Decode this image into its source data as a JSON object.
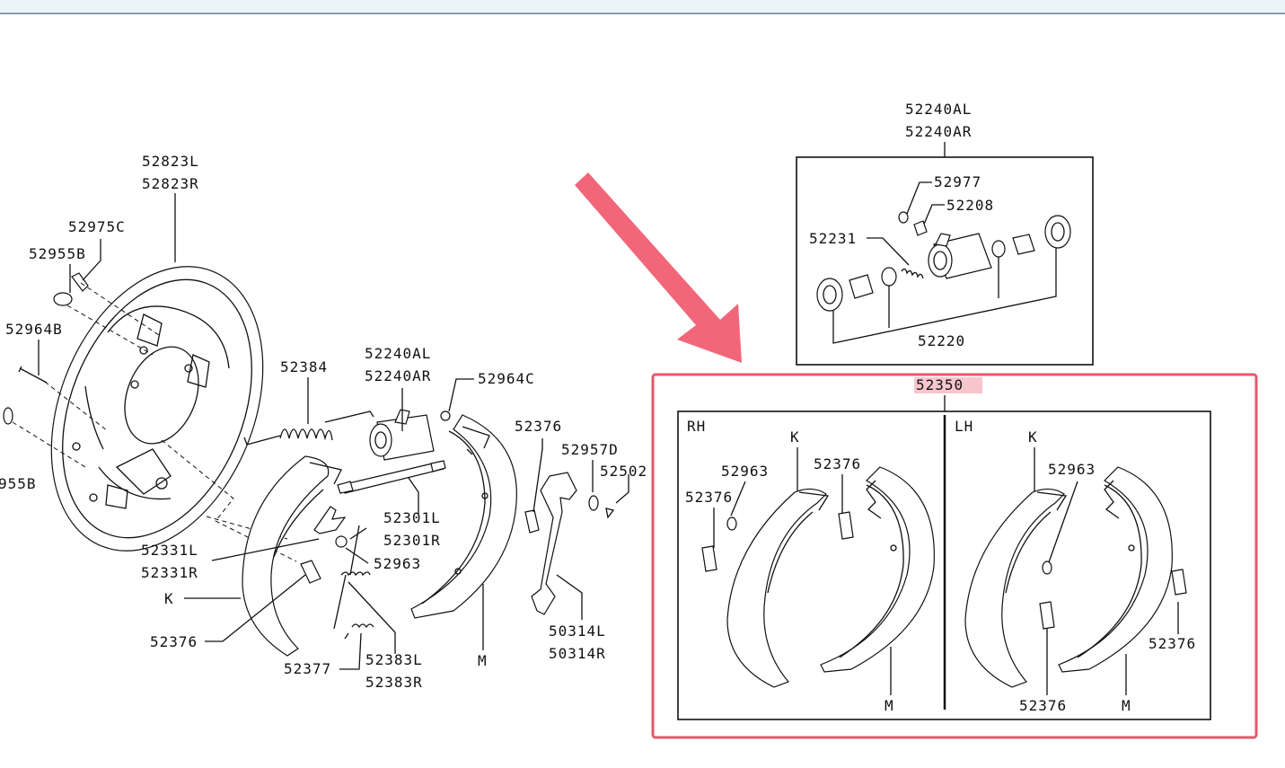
{
  "labels": {
    "backing_plate_l": "52823L",
    "backing_plate_r": "52823R",
    "bolt_c": "52975C",
    "plug_b": "52955B",
    "bolt_b": "52964B",
    "plug_b_left": "955B",
    "spring_a": "52384",
    "cyl_al": "52240AL",
    "cyl_ar": "52240AR",
    "bleeder": "52964C",
    "clip_76a": "52376",
    "washer_d": "52957D",
    "clip_502": "52502",
    "lever_l": "52331L",
    "lever_r": "52331R",
    "k_label": "K",
    "clip_76b": "52376",
    "pin_77": "52377",
    "strut_l": "52301L",
    "strut_r": "52301R",
    "washer_63": "52963",
    "spring_l": "52383L",
    "spring_r": "52383R",
    "m_label": "M",
    "lever_50l": "50314L",
    "lever_50r": "50314R"
  },
  "cylinder_kit": {
    "top_l": "52240AL",
    "top_r": "52240AR",
    "cap": "52977",
    "bleeder": "52208",
    "spring": "52231",
    "repair_kit": "52220"
  },
  "shoe_kit": {
    "number": "52350",
    "rh": {
      "side": "RH",
      "k": "K",
      "washer": "52963",
      "clip_top": "52376",
      "clip_left": "52376",
      "m": "M"
    },
    "lh": {
      "side": "LH",
      "k": "K",
      "washer": "52963",
      "clip_right": "52376",
      "clip_bottom": "52376",
      "m": "M"
    }
  },
  "colors": {
    "highlight_box": "#e8566a",
    "label_highlight": "#f7c6cc",
    "arrow": "#f05a6e"
  }
}
